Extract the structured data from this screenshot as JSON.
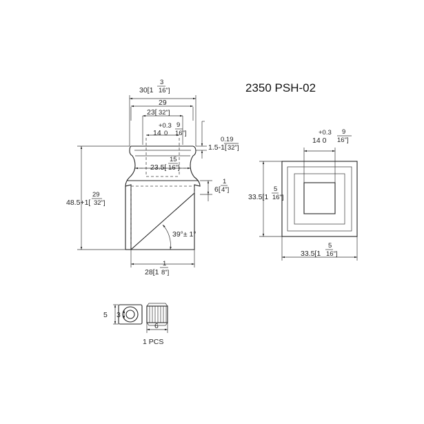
{
  "title": "2350 PSH-02",
  "front_view": {
    "overall_width": {
      "main": "30[1",
      "num": "3",
      "den": "16\"]"
    },
    "collar_width": {
      "main": "29"
    },
    "collar_width2": {
      "main": "23[",
      "num": "",
      "den": "32\"]"
    },
    "hole_width": {
      "main": "14",
      "tol_top": "+0.3",
      "tol_bot": "0",
      "num": "9",
      "den": "16\"]"
    },
    "flange_height": {
      "main": "1.5-1[",
      "num": "0.19",
      "den": "32\"]"
    },
    "neck_width": {
      "main": "23.5[",
      "num": "15",
      "den": "16\"]"
    },
    "step_height": {
      "main": "6[",
      "num": "1",
      "den": "4\"]"
    },
    "total_height": {
      "main": "48.5+1[",
      "num": "29",
      "den": "32\"]"
    },
    "angle": "39°± 1°",
    "base_width": {
      "main": "28[1",
      "num": "1",
      "den": "8\"]"
    }
  },
  "top_view": {
    "hole": {
      "tol_top": "+0.3",
      "tol_bot": "14  0",
      "num": "9",
      "den": "16\"]"
    },
    "height": {
      "main": "33.5[1",
      "num": "5",
      "den": "16\"]"
    },
    "width": {
      "main": "33.5[1",
      "num": "5",
      "den": "16\"]"
    }
  },
  "screw": {
    "dia_outer": "5",
    "dia_inner": "3",
    "length": "6",
    "qty": "1 PCS"
  }
}
